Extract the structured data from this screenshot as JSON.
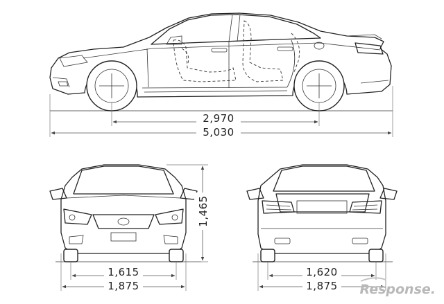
{
  "dimensions": {
    "wheelbase": "2,970",
    "overall_length": "5,030",
    "overall_height": "1,465",
    "front_track": "1,615",
    "front_width": "1,875",
    "rear_track": "1,620",
    "rear_width": "1,875"
  },
  "watermark": "Response."
}
